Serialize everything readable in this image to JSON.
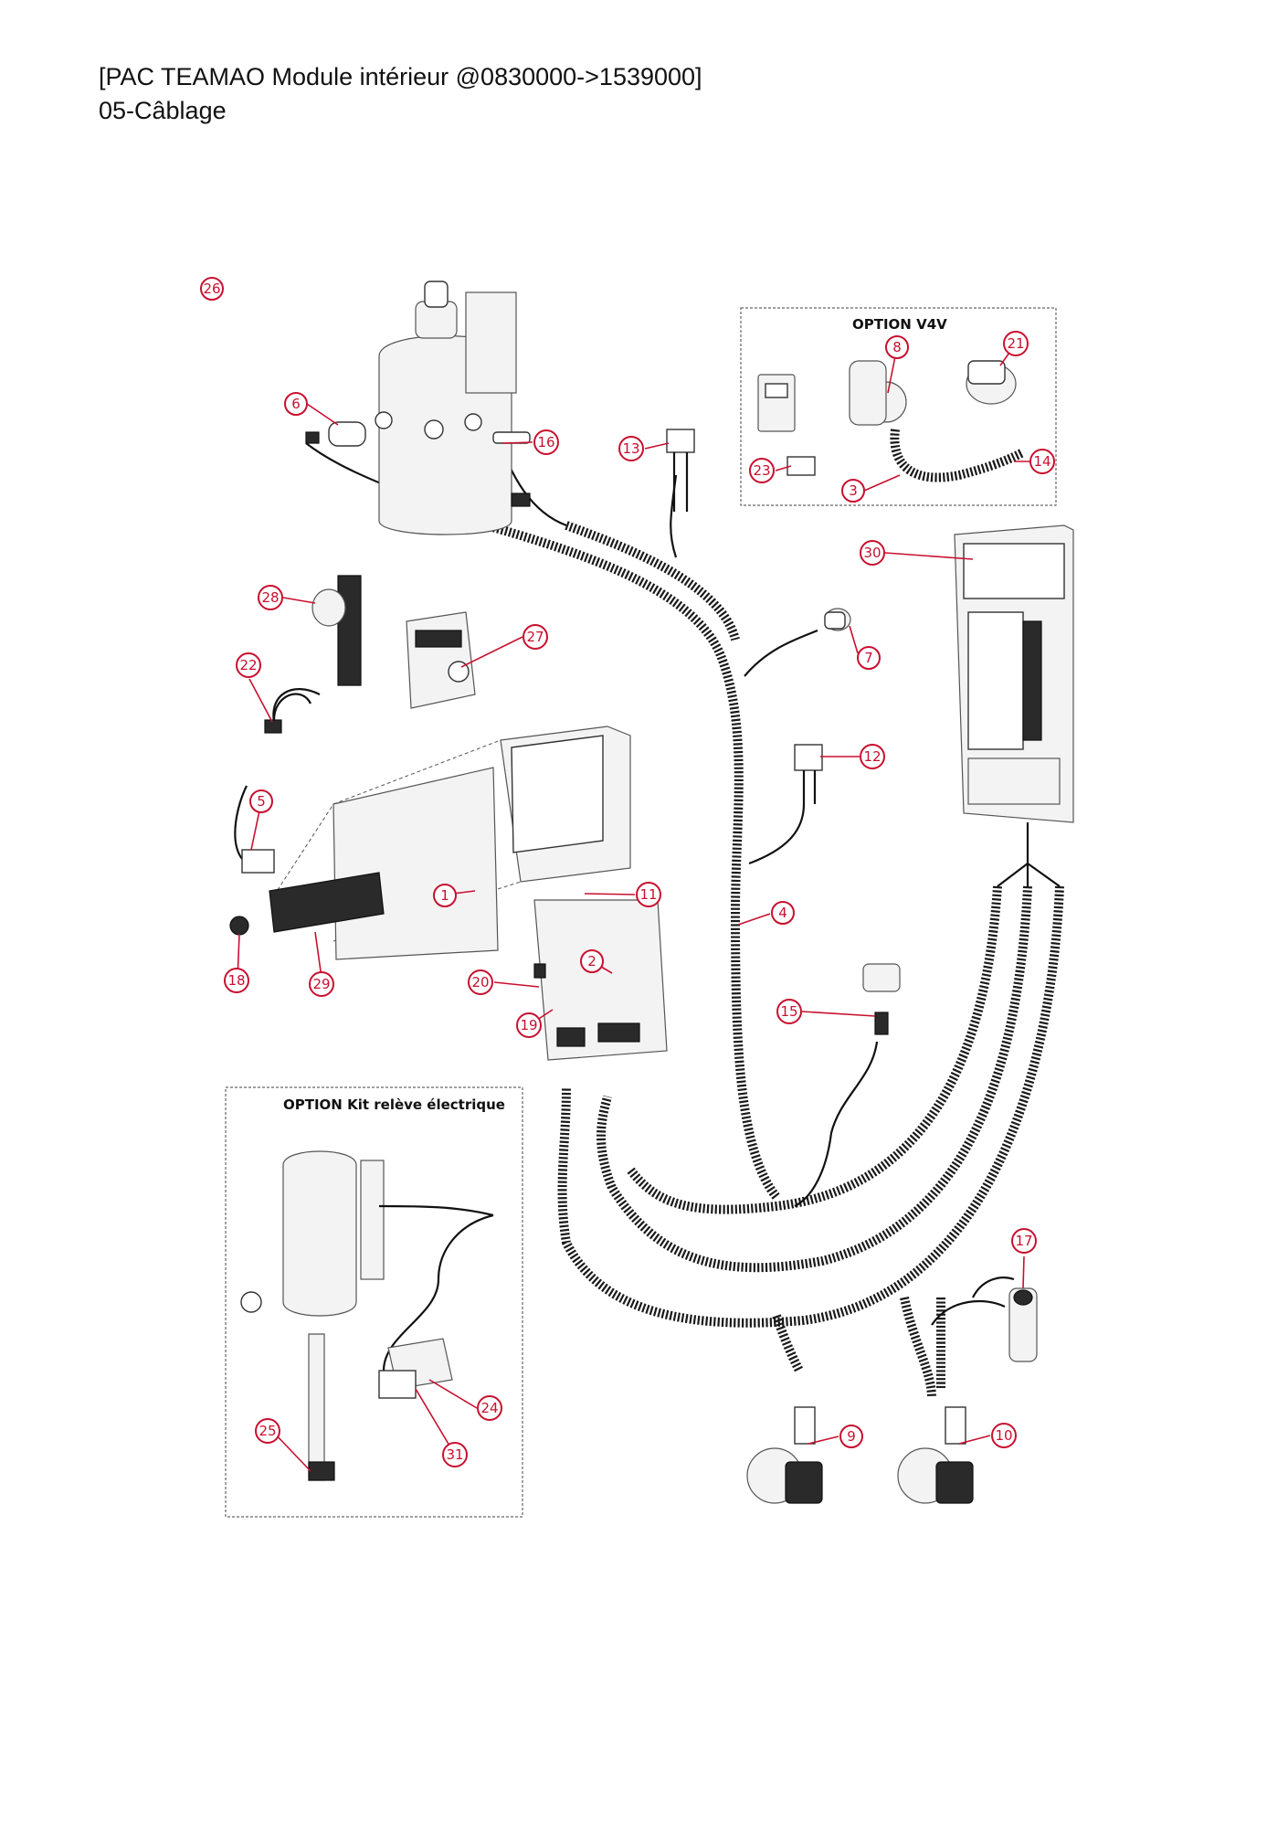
{
  "header": {
    "line1": "[PAC TEAMAO Module intérieur @0830000->1539000]",
    "line2": "05-Câblage"
  },
  "options": {
    "v4v_title": "OPTION V4V",
    "kit_title": "OPTION Kit relève électrique"
  },
  "callouts": [
    {
      "id": "c26",
      "label": "26"
    },
    {
      "id": "c6",
      "label": "6"
    },
    {
      "id": "c16",
      "label": "16"
    },
    {
      "id": "c13",
      "label": "13"
    },
    {
      "id": "c8",
      "label": "8"
    },
    {
      "id": "c21",
      "label": "21"
    },
    {
      "id": "c23",
      "label": "23"
    },
    {
      "id": "c3",
      "label": "3"
    },
    {
      "id": "c14",
      "label": "14"
    },
    {
      "id": "c30",
      "label": "30"
    },
    {
      "id": "c28",
      "label": "28"
    },
    {
      "id": "c27",
      "label": "27"
    },
    {
      "id": "c7",
      "label": "7"
    },
    {
      "id": "c22",
      "label": "22"
    },
    {
      "id": "c12",
      "label": "12"
    },
    {
      "id": "c5",
      "label": "5"
    },
    {
      "id": "c11",
      "label": "11"
    },
    {
      "id": "c1",
      "label": "1"
    },
    {
      "id": "c4",
      "label": "4"
    },
    {
      "id": "c2",
      "label": "2"
    },
    {
      "id": "c18",
      "label": "18"
    },
    {
      "id": "c29",
      "label": "29"
    },
    {
      "id": "c20",
      "label": "20"
    },
    {
      "id": "c15",
      "label": "15"
    },
    {
      "id": "c19",
      "label": "19"
    },
    {
      "id": "c17",
      "label": "17"
    },
    {
      "id": "c24",
      "label": "24"
    },
    {
      "id": "c9",
      "label": "9"
    },
    {
      "id": "c10",
      "label": "10"
    },
    {
      "id": "c25",
      "label": "25"
    },
    {
      "id": "c31",
      "label": "31"
    }
  ]
}
